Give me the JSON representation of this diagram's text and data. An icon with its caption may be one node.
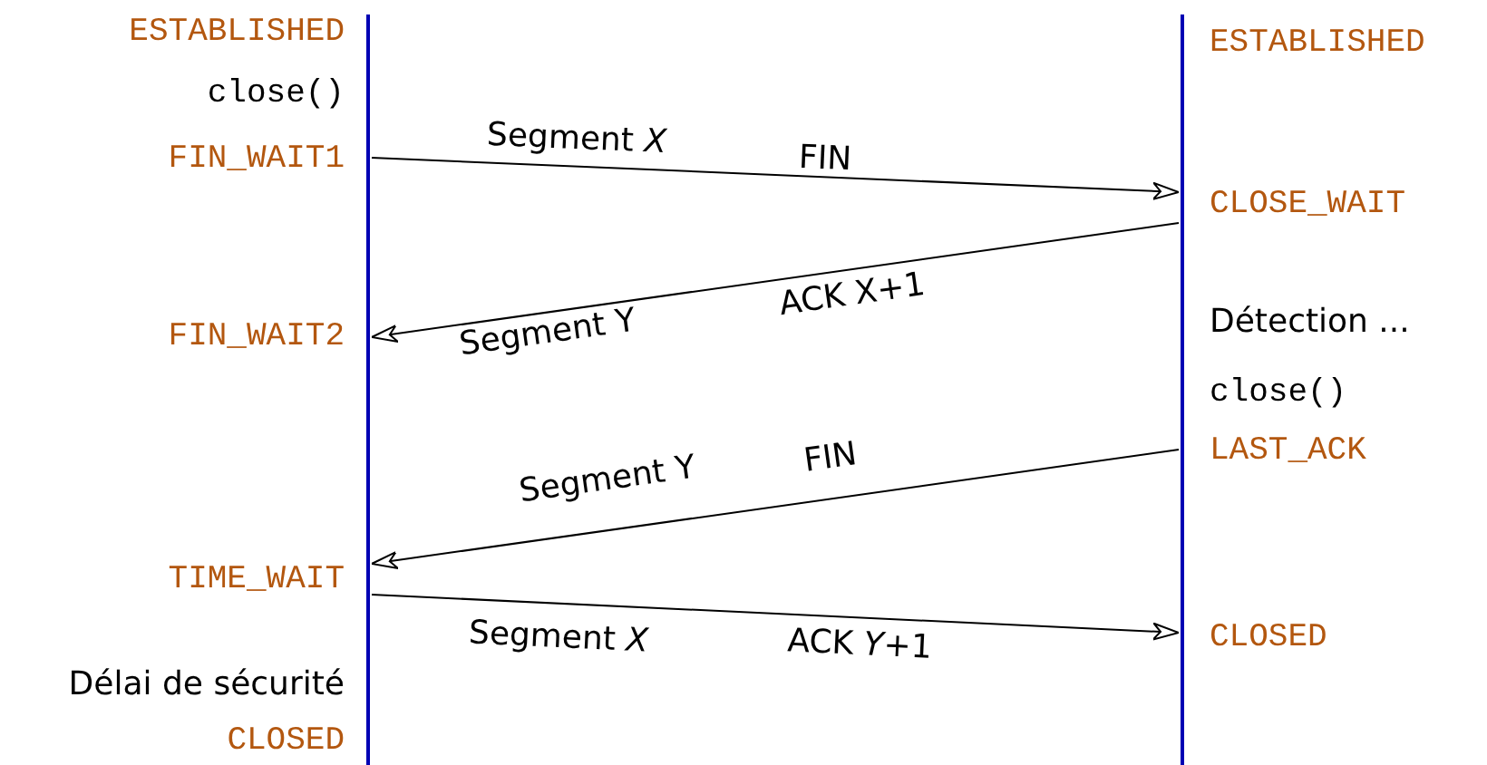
{
  "diagram": {
    "nodes": [
      {
        "text": [],
        "shape": "bar"
      },
      {
        "text": [],
        "shape": "bar"
      }
    ],
    "edges": [
      {
        "from": 0,
        "to": 1,
        "arrow": "to",
        "label": "Segment *X*"
      },
      {
        "from": 1,
        "to": 0,
        "arrow": "to",
        "label": "Segment Y"
      },
      {
        "from": 1,
        "to": 0,
        "arrow": "to",
        "label": "Segment Y"
      },
      {
        "from": 0,
        "to": 1,
        "arrow": "to",
        "label": "Segment *X*"
      }
    ],
    "labels": [
      "ESTABLISHED",
      "ESTABLISHED",
      "close()",
      "FIN_WAIT1",
      "FIN",
      "CLOSE_WAIT",
      "ACK X+1",
      "FIN_WAIT2",
      "Détection ...",
      "close()",
      "LAST_ACK",
      "FIN",
      "TIME_WAIT",
      "CLOSED",
      "ACK *Y*+1",
      "Délai de sécurité",
      "CLOSED"
    ]
  }
}
